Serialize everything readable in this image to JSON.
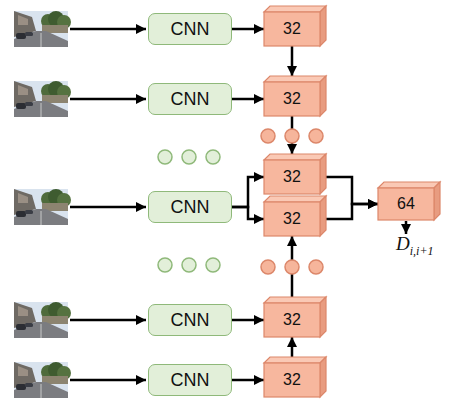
{
  "diagram": {
    "nodes": [
      {
        "text": [
          "CNN"
        ]
      },
      {
        "text": [
          "32"
        ]
      },
      {
        "text": [
          "CNN"
        ]
      },
      {
        "text": [
          "32"
        ]
      },
      {
        "text": [
          "CNN"
        ]
      },
      {
        "text": [
          "32"
        ]
      },
      {
        "text": [
          "32"
        ]
      },
      {
        "text": [
          "64"
        ]
      },
      {
        "text": [
          "CNN"
        ]
      },
      {
        "text": [
          "32"
        ]
      },
      {
        "text": [
          "CNN"
        ]
      },
      {
        "text": [
          "32"
        ]
      }
    ],
    "edges": [
      {
        "from": 0,
        "to": 1,
        "arrow": "to"
      },
      {
        "from": 2,
        "to": 3,
        "arrow": "to"
      },
      {
        "from": 1,
        "to": 3,
        "arrow": "to"
      },
      {
        "from": 3,
        "to": 5,
        "arrow": "to"
      },
      {
        "from": 4,
        "to": 5,
        "arrow": "to"
      },
      {
        "from": 4,
        "to": 6,
        "arrow": "to"
      },
      {
        "from": 5,
        "to": 7,
        "arrow": "to"
      },
      {
        "from": 6,
        "to": 7,
        "arrow": "to"
      },
      {
        "from": 8,
        "to": 9,
        "arrow": "to"
      },
      {
        "from": 11,
        "to": 9,
        "arrow": "to"
      },
      {
        "from": 9,
        "to": 6,
        "arrow": "to"
      },
      {
        "from": 10,
        "to": 11,
        "arrow": "to"
      }
    ],
    "labels": [
      "D",
      "i,i+1"
    ]
  }
}
